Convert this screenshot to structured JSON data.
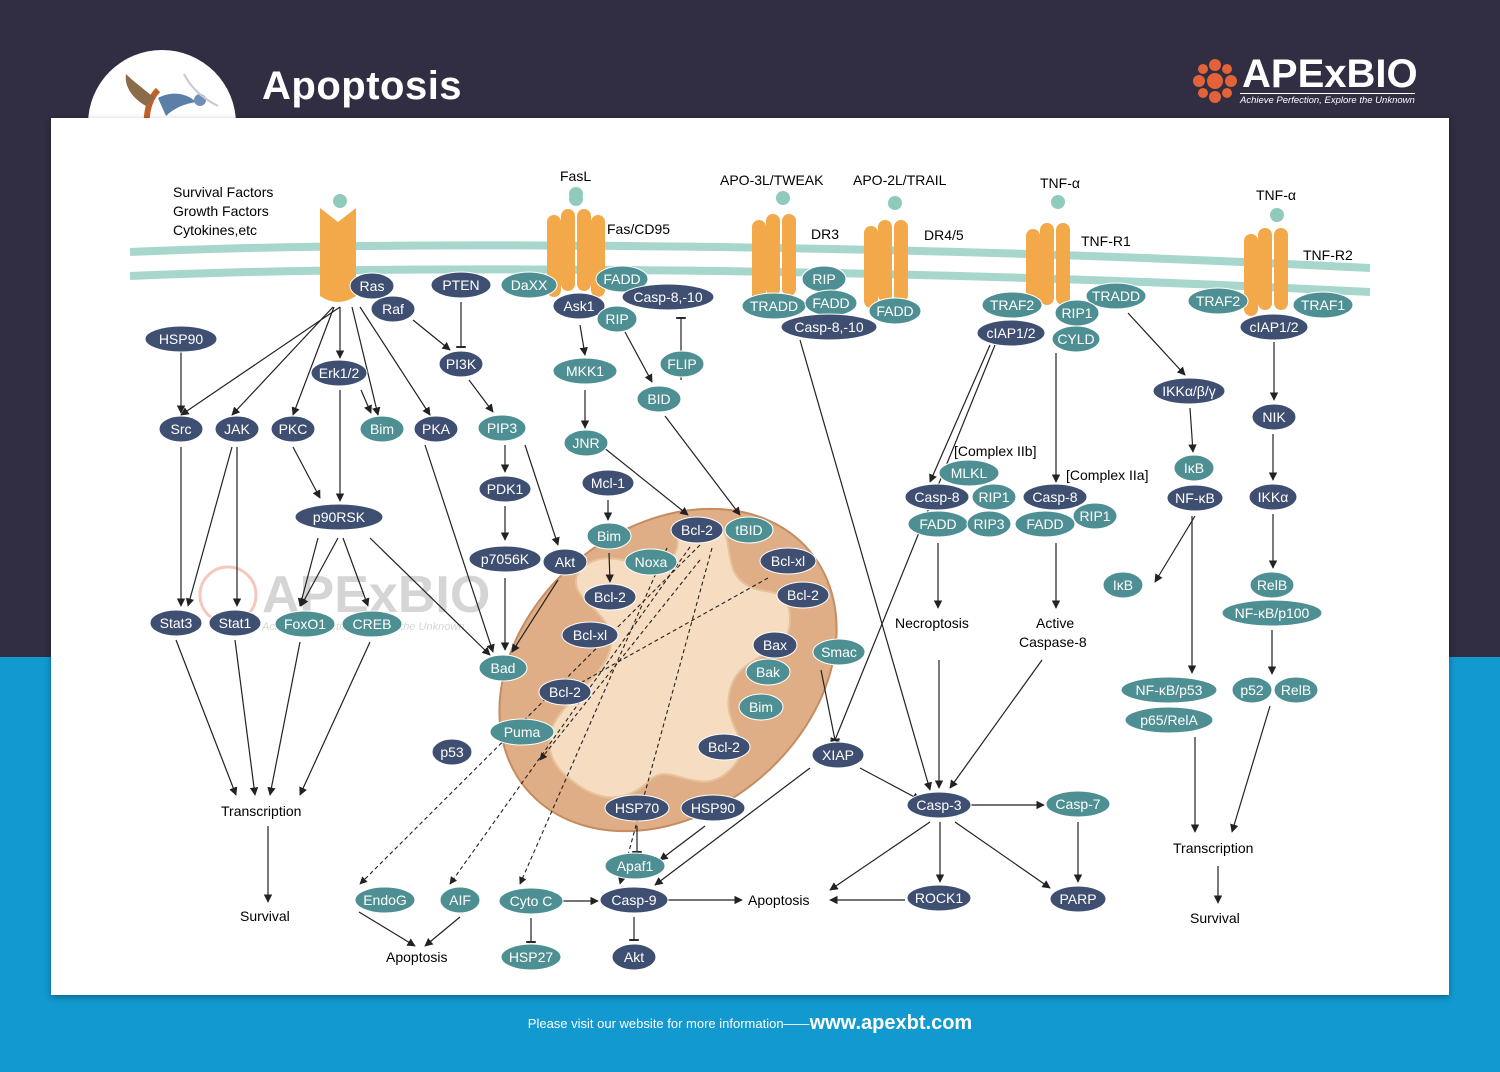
{
  "header": {
    "title": "Apoptosis",
    "brand_name": "APExBIO",
    "brand_tagline": "Achieve Perfection, Explore the Unknown"
  },
  "footer": {
    "text": "Please visit our website for more information——",
    "url": "www.apexbt.com"
  },
  "watermark": {
    "name": "APExBIO",
    "tagline": "Achieve Perfection, Explore the Unknown"
  },
  "colors": {
    "dark_node": "#3f4f72",
    "teal_node": "#4e8f93",
    "receptor": "#f3a94a",
    "ligand": "#8fcabd",
    "mitochondria_outer": "#dfae86",
    "mitochondria_inner": "#f6dcc0",
    "header_bg": "#312d42",
    "footer_bg": "#1299cf",
    "membrane": "#a7d6cc"
  },
  "ligands": {
    "survival": "Survival Factors",
    "growth": "Growth Factors",
    "cytokines": "Cytokines,etc",
    "fasl": "FasL",
    "apo3l": "APO-3L/TWEAK",
    "apo2l": "APO-2L/TRAIL",
    "tnfa1": "TNF-α",
    "tnfa2": "TNF-α"
  },
  "receptors": {
    "fas": "Fas/CD95",
    "dr3": "DR3",
    "dr45": "DR4/5",
    "tnfr1": "TNF-R1",
    "tnfr2": "TNF-R2"
  },
  "nodes": {
    "ras": "Ras",
    "raf": "Raf",
    "pten": "PTEN",
    "daxx": "DaXX",
    "fadd_fas": "FADD",
    "casp810_fas": "Casp-8,-10",
    "ask1": "Ask1",
    "rip_fas": "RIP",
    "hsp90_top": "HSP90",
    "pi3k": "PI3K",
    "mkk1": "MKK1",
    "flip": "FLIP",
    "bid": "BID",
    "erk12": "Erk1/2",
    "src": "Src",
    "jak": "JAK",
    "pkc": "PKC",
    "bim_left": "Bim",
    "pka": "PKA",
    "pip3": "PIP3",
    "jnr": "JNR",
    "pdk1": "PDK1",
    "mcl1": "Mcl-1",
    "p90rsk": "p90RSK",
    "bim_mid": "Bim",
    "p7056k": "p7056K",
    "akt_mid": "Akt",
    "noxa": "Noxa",
    "bcl2_top": "Bcl-2",
    "tbid": "tBID",
    "bclxl_right": "Bcl-xl",
    "bcl2_right": "Bcl-2",
    "stat3": "Stat3",
    "stat1": "Stat1",
    "foxo1": "FoxO1",
    "creb": "CREB",
    "bcl2_mid": "Bcl-2",
    "bclxl_mid": "Bcl-xl",
    "bad": "Bad",
    "bax": "Bax",
    "bak": "Bak",
    "bcl2_low": "Bcl-2",
    "puma": "Puma",
    "p53": "p53",
    "bim_low": "Bim",
    "bcl2_bottom": "Bcl-2",
    "rip_dr3": "RIP",
    "tradd_dr3": "TRADD",
    "fadd_dr3": "FADD",
    "casp810_dr3": "Casp-8,-10",
    "fadd_dr45": "FADD",
    "traf2_r1": "TRAF2",
    "tradd_r1": "TRADD",
    "rip1_r1": "RIP1",
    "ciap12_r1": "cIAP1/2",
    "cyld": "CYLD",
    "traf2_r2": "TRAF2",
    "traf1_r2": "TRAF1",
    "ciap12_r2": "cIAP1/2",
    "ikk_abg": "IKKα/β/γ",
    "nik": "NIK",
    "mlkl": "MLKL",
    "casp8_iib": "Casp-8",
    "rip1_iib": "RIP1",
    "fadd_iib": "FADD",
    "rip3": "RIP3",
    "casp8_iia": "Casp-8",
    "fadd_iia": "FADD",
    "rip1_iia": "RIP1",
    "ikb_1": "IκB",
    "nfkb": "NF-κB",
    "ikka": "IKKα",
    "ikb_2": "IκB",
    "relb_1": "RelB",
    "nfkb_p100": "NF-κB/p100",
    "smac": "Smac",
    "xiap": "XIAP",
    "casp3": "Casp-3",
    "casp7": "Casp-7",
    "nfkb_p53": "NF-κB/p53",
    "p65_rela": "p65/RelA",
    "p52": "p52",
    "relb_2": "RelB",
    "hsp70": "HSP70",
    "hsp90_bottom": "HSP90",
    "apaf1": "Apaf1",
    "casp9": "Casp-9",
    "endog": "EndoG",
    "aif": "AIF",
    "cytoc": "Cyto C",
    "hsp27": "HSP27",
    "akt_bottom": "Akt",
    "rock1": "ROCK1",
    "parp": "PARP"
  },
  "labels": {
    "complex_iib": "[Complex IIb]",
    "complex_iia": "[Complex IIa]",
    "necroptosis": "Necroptosis",
    "active": "Active",
    "caspase8": "Caspase-8",
    "transcription_left": "Transcription",
    "survival_left": "Survival",
    "apoptosis_center": "Apoptosis",
    "apoptosis_left": "Apoptosis",
    "transcription_right": "Transcription",
    "survival_right": "Survival"
  }
}
